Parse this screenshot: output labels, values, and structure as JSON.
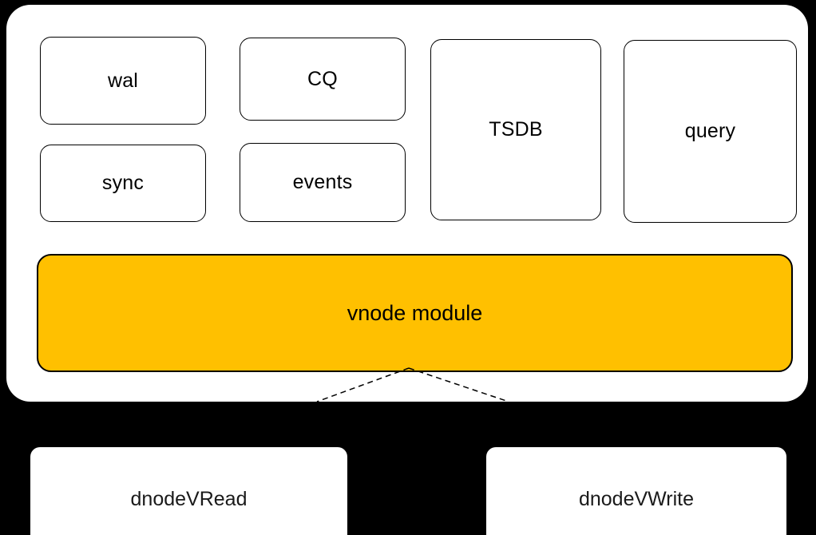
{
  "diagram": {
    "background_color": "#000000",
    "panel": {
      "name": "vnode-panel",
      "fill": "#ffffff"
    },
    "modules": [
      {
        "id": "wal",
        "label": "wal"
      },
      {
        "id": "cq",
        "label": "CQ"
      },
      {
        "id": "tsdb",
        "label": "TSDB"
      },
      {
        "id": "query",
        "label": "query"
      },
      {
        "id": "sync",
        "label": "sync"
      },
      {
        "id": "events",
        "label": "events"
      }
    ],
    "vnode_module": {
      "label": "vnode module",
      "fill": "#FFC000",
      "stroke": "#000000"
    },
    "consumers": [
      {
        "id": "dnodevread",
        "label": "dnodeVRead"
      },
      {
        "id": "dnodevwrite",
        "label": "dnodeVWrite"
      }
    ],
    "connectors": {
      "style": "dashed",
      "color": "#000000",
      "from": "vnode module",
      "to": [
        "dnodeVRead",
        "dnodeVWrite"
      ]
    }
  }
}
